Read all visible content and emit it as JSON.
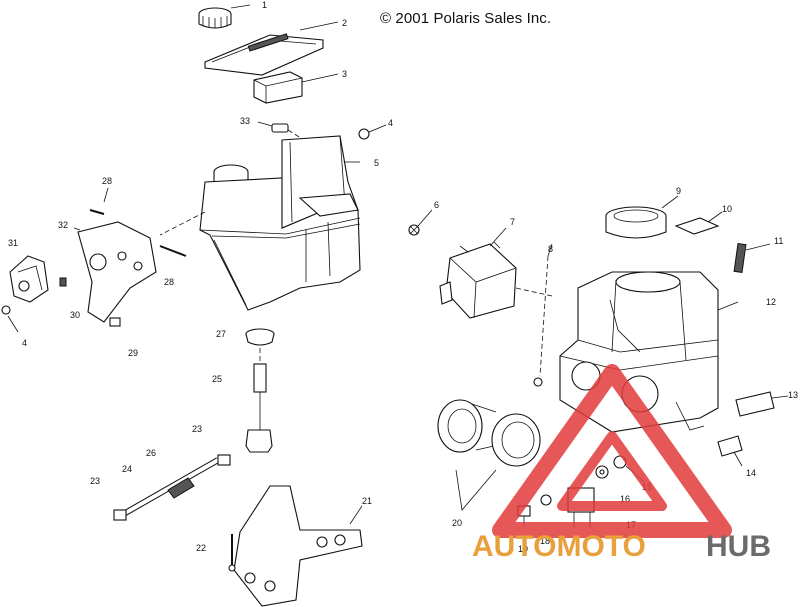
{
  "copyright": "© 2001 Polaris Sales Inc.",
  "callouts": {
    "c1": "1",
    "c2": "2",
    "c3": "3",
    "c4a": "4",
    "c4b": "4",
    "c5": "5",
    "c6": "6",
    "c7": "7",
    "c8": "8",
    "c9": "9",
    "c10": "10",
    "c11": "11",
    "c12": "12",
    "c13": "13",
    "c14": "14",
    "c15": "15",
    "c16": "16",
    "c17": "17",
    "c18": "18",
    "c19": "19",
    "c20": "20",
    "c21": "21",
    "c22": "22",
    "c23a": "23",
    "c23b": "23",
    "c24": "24",
    "c25": "25",
    "c26": "26",
    "c27": "27",
    "c28a": "28",
    "c28b": "28",
    "c29": "29",
    "c30": "30",
    "c31": "31",
    "c32": "32",
    "c33": "33"
  },
  "watermark": {
    "part1": "AUTOMOTO",
    "part2": "HUB",
    "color1": "#e8a03c",
    "color2": "#6b6b6b",
    "logo_color": "#e23a3a"
  }
}
